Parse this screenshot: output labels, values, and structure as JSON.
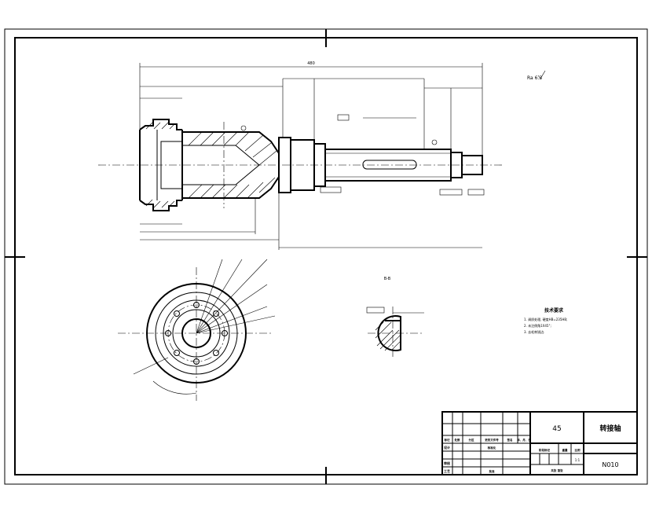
{
  "title_block": {
    "material": "45",
    "part_name": "转接轴",
    "drawing_no": "N010",
    "scale": "1:1",
    "header_cells": [
      "标记",
      "处数",
      "分区",
      "更改文件号",
      "签名",
      "年、月、日"
    ],
    "row_labels": [
      "设计",
      "审核",
      "工艺"
    ],
    "standardization": "标准化",
    "approve": "批准",
    "stage_mark": "阶段标记",
    "weight": "重量",
    "ratio": "比例",
    "sheets": "共张 第张"
  },
  "tech_requirements": {
    "heading": "技术要求",
    "items": [
      "1. 调质处理, 硬度HB=235HB;",
      "2. 未注倒角1X45°;",
      "3. 去毛刺锐边."
    ]
  },
  "section_label": "B-B",
  "roughness_note": "Ra 6.3",
  "dims": {
    "overall": "480"
  }
}
